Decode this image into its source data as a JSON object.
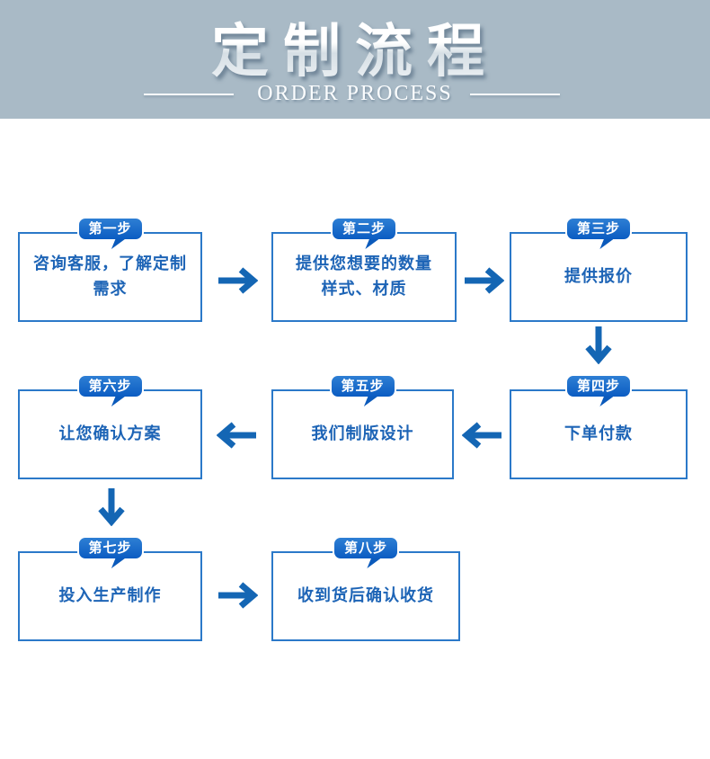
{
  "header": {
    "title": "定制流程",
    "subtitle": "ORDER PROCESS"
  },
  "steps": [
    {
      "label": "第一步",
      "lines": [
        "咨询客服，了解定制",
        "需求"
      ]
    },
    {
      "label": "第二步",
      "lines": [
        "提供您想要的数量",
        "样式、材质"
      ]
    },
    {
      "label": "第三步",
      "lines": [
        "提供报价"
      ]
    },
    {
      "label": "第四步",
      "lines": [
        "下单付款"
      ]
    },
    {
      "label": "第五步",
      "lines": [
        "我们制版设计"
      ]
    },
    {
      "label": "第六步",
      "lines": [
        "让您确认方案"
      ]
    },
    {
      "label": "第七步",
      "lines": [
        "投入生产制作"
      ]
    },
    {
      "label": "第八步",
      "lines": [
        "收到货后确认收货"
      ]
    }
  ],
  "flow_order": [
    "第一步",
    "第二步",
    "第三步",
    "第四步",
    "第五步",
    "第六步",
    "第七步",
    "第八步"
  ],
  "colors": {
    "header_bg": "#a9bac6",
    "header_text": "#ffffff",
    "arrow_blue": "#1466b4",
    "box_border": "#2b79c9",
    "box_text": "#1d64b6",
    "bubble_top": "#2e7fd4",
    "bubble_bottom": "#0b5cc2",
    "bubble_text": "#ffffff"
  }
}
